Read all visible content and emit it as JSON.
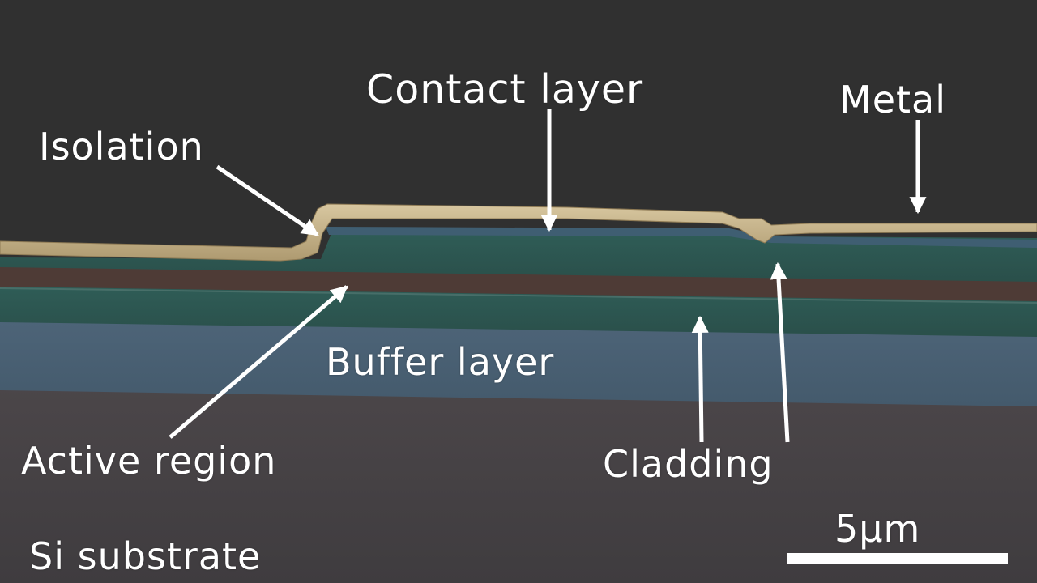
{
  "image": {
    "labels": {
      "contact_layer": "Contact layer",
      "metal": "Metal",
      "isolation": "Isolation",
      "buffer_layer": "Buffer layer",
      "active_region": "Active region",
      "cladding": "Cladding",
      "si_substrate": "Si substrate",
      "scale": "5µm"
    },
    "colors": {
      "background": "#303030",
      "substrate": "#474346",
      "buffer_layer": "#4a6074",
      "lower_cladding": "#2f5350",
      "active_region": "#4e3b36",
      "upper_cladding": "#2f5a55",
      "contact_layer": "#3f5e72",
      "metal": "#c9b58a",
      "arrows": "#ffffff"
    }
  }
}
